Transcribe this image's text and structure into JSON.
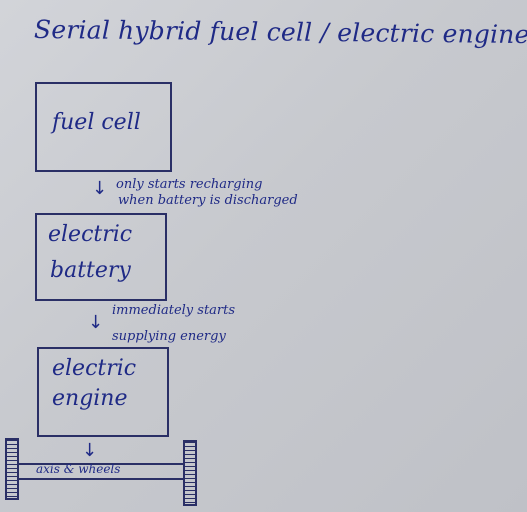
{
  "title": "Serial hybrid fuel cell / electric engine system",
  "boxes": {
    "fuel_cell": {
      "label": "fuel cell"
    },
    "battery": {
      "line1": "electric",
      "line2": "battery"
    },
    "engine": {
      "line1": "electric",
      "line2": "engine"
    }
  },
  "notes": {
    "charging": {
      "line1": "only starts recharging",
      "line2": "when battery is discharged"
    },
    "supplying": {
      "line1": "immediately starts",
      "line2": "supplying energy"
    }
  },
  "axis": {
    "label": "axis & wheels"
  },
  "colors": {
    "ink": "#1f2a86",
    "paper": "#c9cbd0",
    "pencil": "#2a2f66"
  },
  "icons": {
    "arrow": "down-arrow-icon"
  }
}
